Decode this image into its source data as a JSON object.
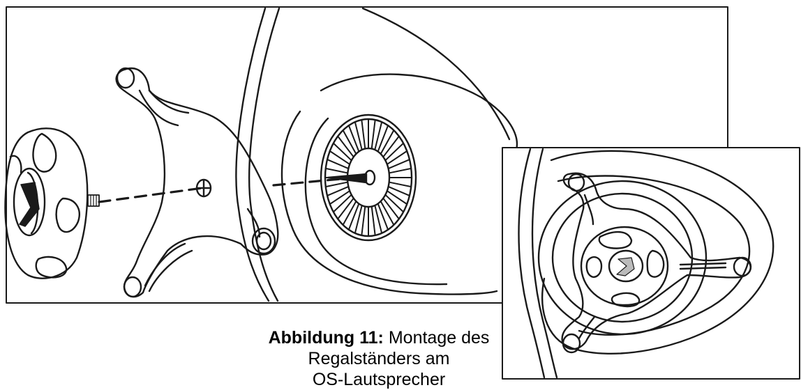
{
  "caption": {
    "label": "Abbildung 11:",
    "text_line1": " Montage des Regalständers am",
    "text_line2": "OS-Lautsprecher"
  },
  "colors": {
    "ink": "#1a1a1a",
    "background": "#ffffff"
  },
  "icons": [
    "knob-logo-icon",
    "screw-cross-icon"
  ]
}
